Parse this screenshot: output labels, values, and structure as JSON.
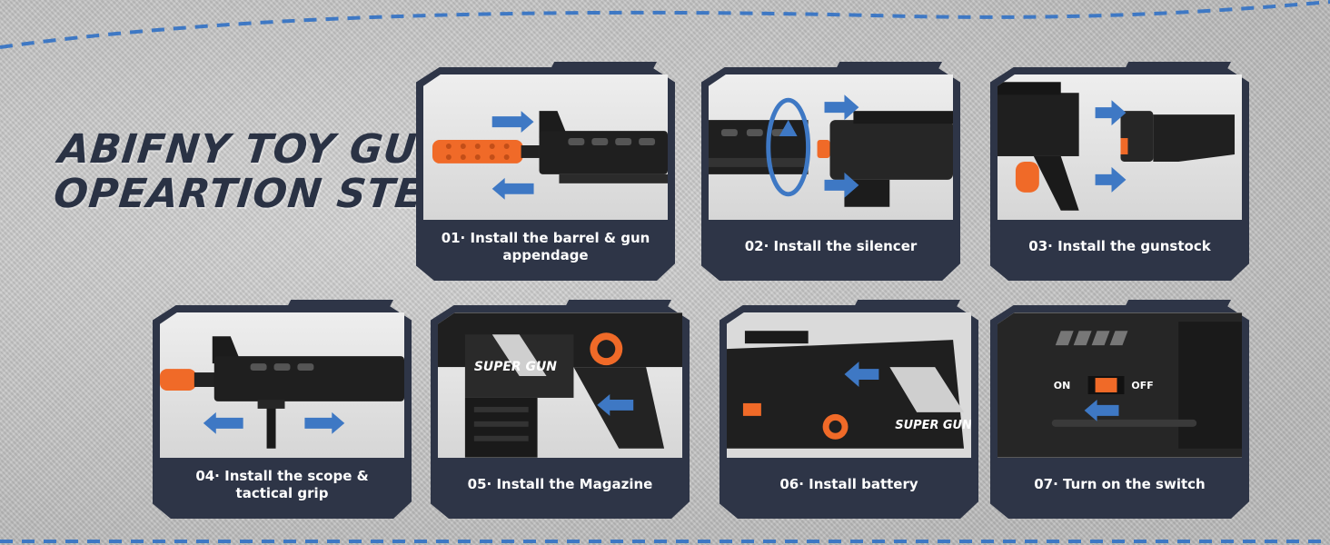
{
  "heading": {
    "line1": "ABIFNY TOY GUNS",
    "line2": "OPEARTION  STEPS"
  },
  "colors": {
    "frame": "#2e3547",
    "accent_blue": "#3e78c4",
    "orange": "#f06a28",
    "text": "#ffffff",
    "heading": "#2a3244"
  },
  "steps": [
    {
      "caption": "01· Install the barrel & gun appendage",
      "icon": "barrel-install-icon"
    },
    {
      "caption": "02·  Install the silencer",
      "icon": "silencer-install-icon"
    },
    {
      "caption": "03· Install the gunstock",
      "icon": "gunstock-install-icon"
    },
    {
      "caption": "04· Install the scope & tactical grip",
      "icon": "grip-install-icon"
    },
    {
      "caption": "05· Install the Magazine",
      "icon": "magazine-install-icon",
      "label": "SUPER GUN"
    },
    {
      "caption": "06· Install battery",
      "icon": "battery-install-icon",
      "label": "SUPER GUN"
    },
    {
      "caption": "07· Turn on the switch",
      "icon": "switch-icon",
      "on": "ON",
      "off": "OFF"
    }
  ]
}
